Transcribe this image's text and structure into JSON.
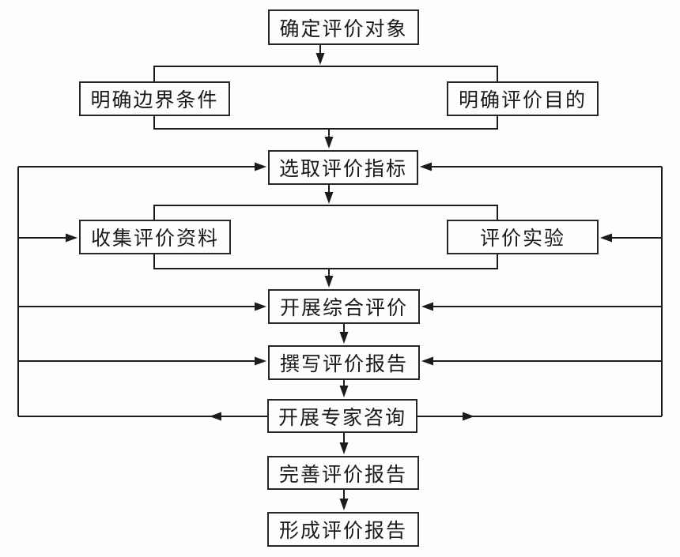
{
  "diagram": {
    "type": "flowchart",
    "language": "zh-CN",
    "nodes": [
      {
        "label": "确定评价对象"
      },
      {
        "label": "明确边界条件"
      },
      {
        "label": "明确评价目的"
      },
      {
        "label": "选取评价指标"
      },
      {
        "label": "收集评价资料"
      },
      {
        "label": "评价实验"
      },
      {
        "label": "开展综合评价"
      },
      {
        "label": "撰写评价报告"
      },
      {
        "label": "开展专家咨询"
      },
      {
        "label": "完善评价报告"
      },
      {
        "label": "形成评价报告"
      }
    ],
    "edges": [
      "确定评价对象 → 明确边界条件 + 明确评价目的",
      "明确边界条件 + 明确评价目的 → 选取评价指标",
      "选取评价指标 → 收集评价资料 + 评价实验",
      "收集评价资料 + 评价实验 → 开展综合评价",
      "开展综合评价 → 撰写评价报告",
      "撰写评价报告 → 开展专家咨询",
      "开展专家咨询 → 完善评价报告",
      "完善评价报告 → 形成评价报告",
      "开展专家咨询 → 选取评价指标 (左右反馈线)",
      "开展专家咨询 → 收集评价资料 (左侧反馈线)",
      "开展专家咨询 → 评价实验 (右侧反馈线)",
      "开展专家咨询 → 开展综合评价 (左右反馈线)",
      "开展专家咨询 → 撰写评价报告 (左右反馈线)"
    ],
    "colors": {
      "line": "#1c1c1c",
      "box_border": "#262626",
      "text": "#1a1a1a",
      "background": "#fdfdfd"
    }
  }
}
